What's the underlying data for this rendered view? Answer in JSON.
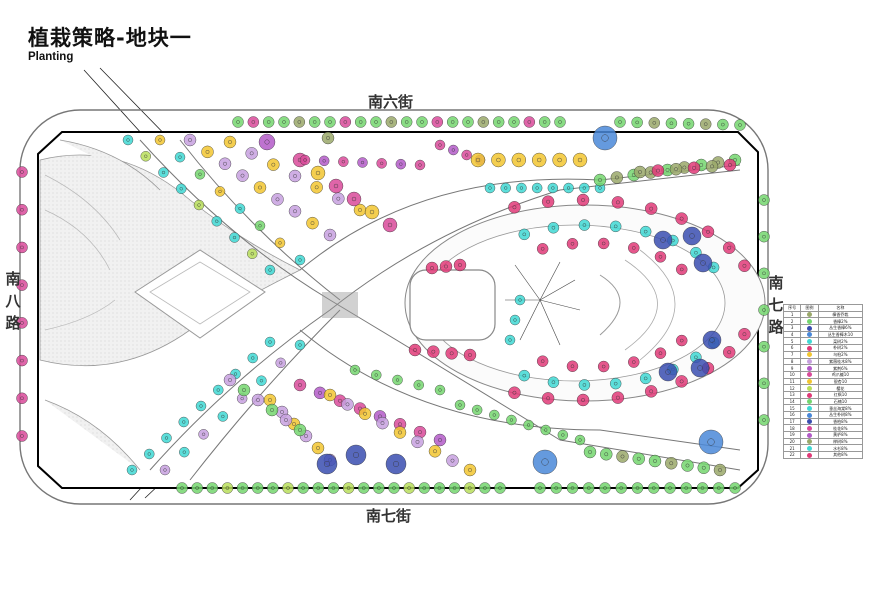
{
  "title": "植栽策略-地块一",
  "subtitle": "Planting",
  "streets": {
    "top": "南六街",
    "bottom": "南七街",
    "left": [
      "南",
      "八",
      "路"
    ],
    "right": [
      "南",
      "七",
      "路"
    ]
  },
  "colors": {
    "cyan": "#40d8d4",
    "green": "#74d66f",
    "magenta": "#d94a9a",
    "pink": "#e03a78",
    "yellow": "#f2c530",
    "purple": "#b35ac8",
    "lavender": "#c7a0df",
    "navy": "#3a4db0",
    "blue": "#4a88d8",
    "olive": "#9aa86a",
    "lime": "#b8de5a"
  },
  "legend": {
    "headers": [
      "序号",
      "图例",
      "名称"
    ],
    "rows": [
      {
        "no": "1",
        "color": "#9aa86a",
        "name": "樟香乔栽"
      },
      {
        "no": "2",
        "color": "#74d66f",
        "name": "香樟2%"
      },
      {
        "no": "3",
        "color": "#3a4db0",
        "name": "丛生香樟6%"
      },
      {
        "no": "4",
        "color": "#4a88d8",
        "name": "丛生香樟木10"
      },
      {
        "no": "5",
        "color": "#40d8d4",
        "name": "栾树2%"
      },
      {
        "no": "6",
        "color": "#e03a78",
        "name": "朴树2%"
      },
      {
        "no": "7",
        "color": "#f2c530",
        "name": "乌桕2%"
      },
      {
        "no": "8",
        "color": "#c7a0df",
        "name": "紫薇桂木8%"
      },
      {
        "no": "9",
        "color": "#b35ac8",
        "name": "紫荆6%"
      },
      {
        "no": "10",
        "color": "#d94a9a",
        "name": "鸡爪槭10"
      },
      {
        "no": "11",
        "color": "#f2c530",
        "name": "银杏10"
      },
      {
        "no": "12",
        "color": "#b8de5a",
        "name": "樱花"
      },
      {
        "no": "13",
        "color": "#e03a78",
        "name": "红枫10"
      },
      {
        "no": "14",
        "color": "#74d66f",
        "name": "石楠10"
      },
      {
        "no": "15",
        "color": "#40d8d4",
        "name": "垂丝海棠8%"
      },
      {
        "no": "16",
        "color": "#4a88d8",
        "name": "丛生朴树8%"
      },
      {
        "no": "17",
        "color": "#3a4db0",
        "name": "香柏8%"
      },
      {
        "no": "18",
        "color": "#d94a9a",
        "name": "桂花8%"
      },
      {
        "no": "19",
        "color": "#b35ac8",
        "name": "黄栌8%"
      },
      {
        "no": "20",
        "color": "#9aa86a",
        "name": "榉树8%"
      },
      {
        "no": "21",
        "color": "#40d8d4",
        "name": "水杉8%"
      },
      {
        "no": "22",
        "color": "#e03a78",
        "name": "其他8%"
      }
    ]
  }
}
